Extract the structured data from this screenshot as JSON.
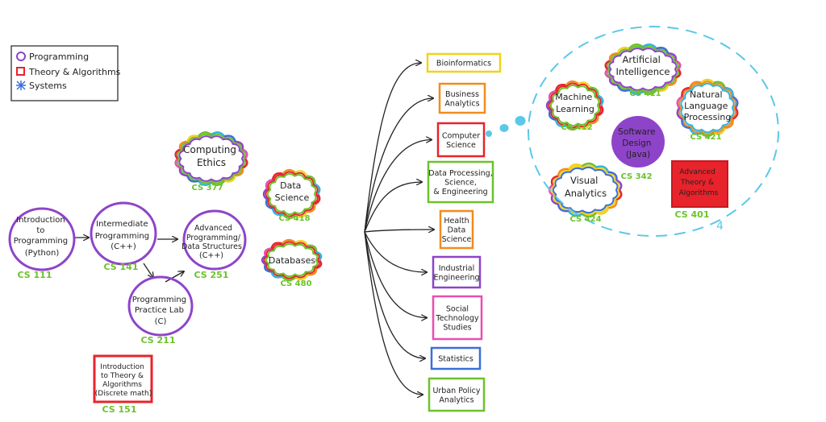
{
  "legend": {
    "items": [
      {
        "label": "Programming",
        "shape": "circle",
        "color": "#8e44c9"
      },
      {
        "label": "Theory & Algorithms",
        "shape": "square",
        "color": "#e8232b"
      },
      {
        "label": "Systems",
        "shape": "burst",
        "color": "#3b6fd8"
      }
    ]
  },
  "colors": {
    "programming": "#8e44c9",
    "theory": "#e8232b",
    "code": "#6cc22b",
    "bubble": "#5bc8e8",
    "rainbow": [
      "#e8232b",
      "#f28b1d",
      "#f2d21d",
      "#6cc22b",
      "#2fb4e0",
      "#3b6fd8",
      "#8e44c9",
      "#e84fb0"
    ]
  },
  "courses": {
    "cs111": {
      "lines": [
        "Introduction",
        "to",
        "Programming",
        "(Python)"
      ],
      "code": "CS 111"
    },
    "cs141": {
      "lines": [
        "Intermediate",
        "Programming",
        "(C++)"
      ],
      "code": "CS 141"
    },
    "cs251": {
      "lines": [
        "Advanced",
        "Programming/",
        "Data Structures",
        "(C++)"
      ],
      "code": "CS 251"
    },
    "cs211": {
      "lines": [
        "Programming",
        "Practice Lab",
        "(C)"
      ],
      "code": "CS 211"
    },
    "cs151": {
      "lines": [
        "Introduction",
        "to Theory &",
        "Algorithms",
        "(Discrete math)"
      ],
      "code": "CS 151"
    },
    "cs377": {
      "lines": [
        "Computing",
        "Ethics"
      ],
      "code": "CS 377"
    },
    "cs418": {
      "lines": [
        "Data",
        "Science"
      ],
      "code": "CS 418"
    },
    "cs480": {
      "lines": [
        "Databases"
      ],
      "code": "CS 480"
    },
    "cs411": {
      "lines": [
        "Artificial",
        "Intelligence"
      ],
      "code": "CS 411"
    },
    "cs412": {
      "lines": [
        "Machine",
        "Learning"
      ],
      "code": "CS 412"
    },
    "cs421": {
      "lines": [
        "Natural",
        "Language",
        "Processing"
      ],
      "code": "CS 421"
    },
    "cs342": {
      "lines": [
        "Software",
        "Design",
        "(Java)"
      ],
      "code": "CS 342"
    },
    "cs424": {
      "lines": [
        "Visual",
        "Analytics"
      ],
      "code": "CS 424"
    },
    "cs401": {
      "lines": [
        "Advanced",
        "Theory &",
        "Algorithms"
      ],
      "code": "CS 401"
    }
  },
  "majors": [
    {
      "lines": [
        "Bioinformatics"
      ],
      "color": "#f2d21d"
    },
    {
      "lines": [
        "Business",
        "Analytics"
      ],
      "color": "#f28b1d"
    },
    {
      "lines": [
        "Computer",
        "Science"
      ],
      "color": "#e8232b"
    },
    {
      "lines": [
        "Data Processing,",
        "Science,",
        "& Engineering"
      ],
      "color": "#6cc22b"
    },
    {
      "lines": [
        "Health",
        "Data",
        "Science"
      ],
      "color": "#f28b1d"
    },
    {
      "lines": [
        "Industrial",
        "Engineering"
      ],
      "color": "#8e44c9"
    },
    {
      "lines": [
        "Social",
        "Technology",
        "Studies"
      ],
      "color": "#e84fb0"
    },
    {
      "lines": [
        "Statistics"
      ],
      "color": "#3b6fd8"
    },
    {
      "lines": [
        "Urban Policy",
        "Analytics"
      ],
      "color": "#6cc22b"
    }
  ],
  "cluster_label": "4"
}
